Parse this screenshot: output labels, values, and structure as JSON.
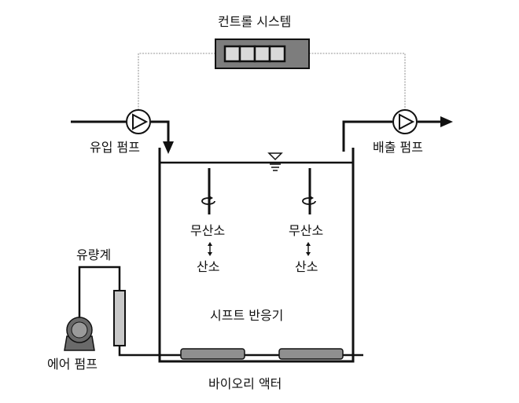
{
  "labels": {
    "control_system": "컨트롤 시스템",
    "inlet_pump": "유입 펌프",
    "discharge_pump": "배출 펌프",
    "flow_meter": "유량계",
    "anoxic_left": "무산소",
    "oxic_left": "산소",
    "anoxic_right": "무산소",
    "oxic_right": "산소",
    "reactor": "시프트 반응기",
    "air_pump": "에어 펌프",
    "bio_reactor": "바이오리 액터"
  },
  "colors": {
    "line": "#111111",
    "signal_line": "#b8b8b8",
    "control_box_fill": "#7d7d7d",
    "membrane_fill": "#8f8f8f",
    "flowmeter_fill": "#c8c8c8",
    "pump_fill": "#ffffff",
    "air_pump_fill": "#6a6a6a"
  },
  "icons": [
    "inlet-pump-icon",
    "discharge-pump-icon",
    "air-pump-icon",
    "mixer-icon",
    "water-level-icon",
    "flow-meter-icon",
    "control-display-icon",
    "membrane-module-icon"
  ]
}
